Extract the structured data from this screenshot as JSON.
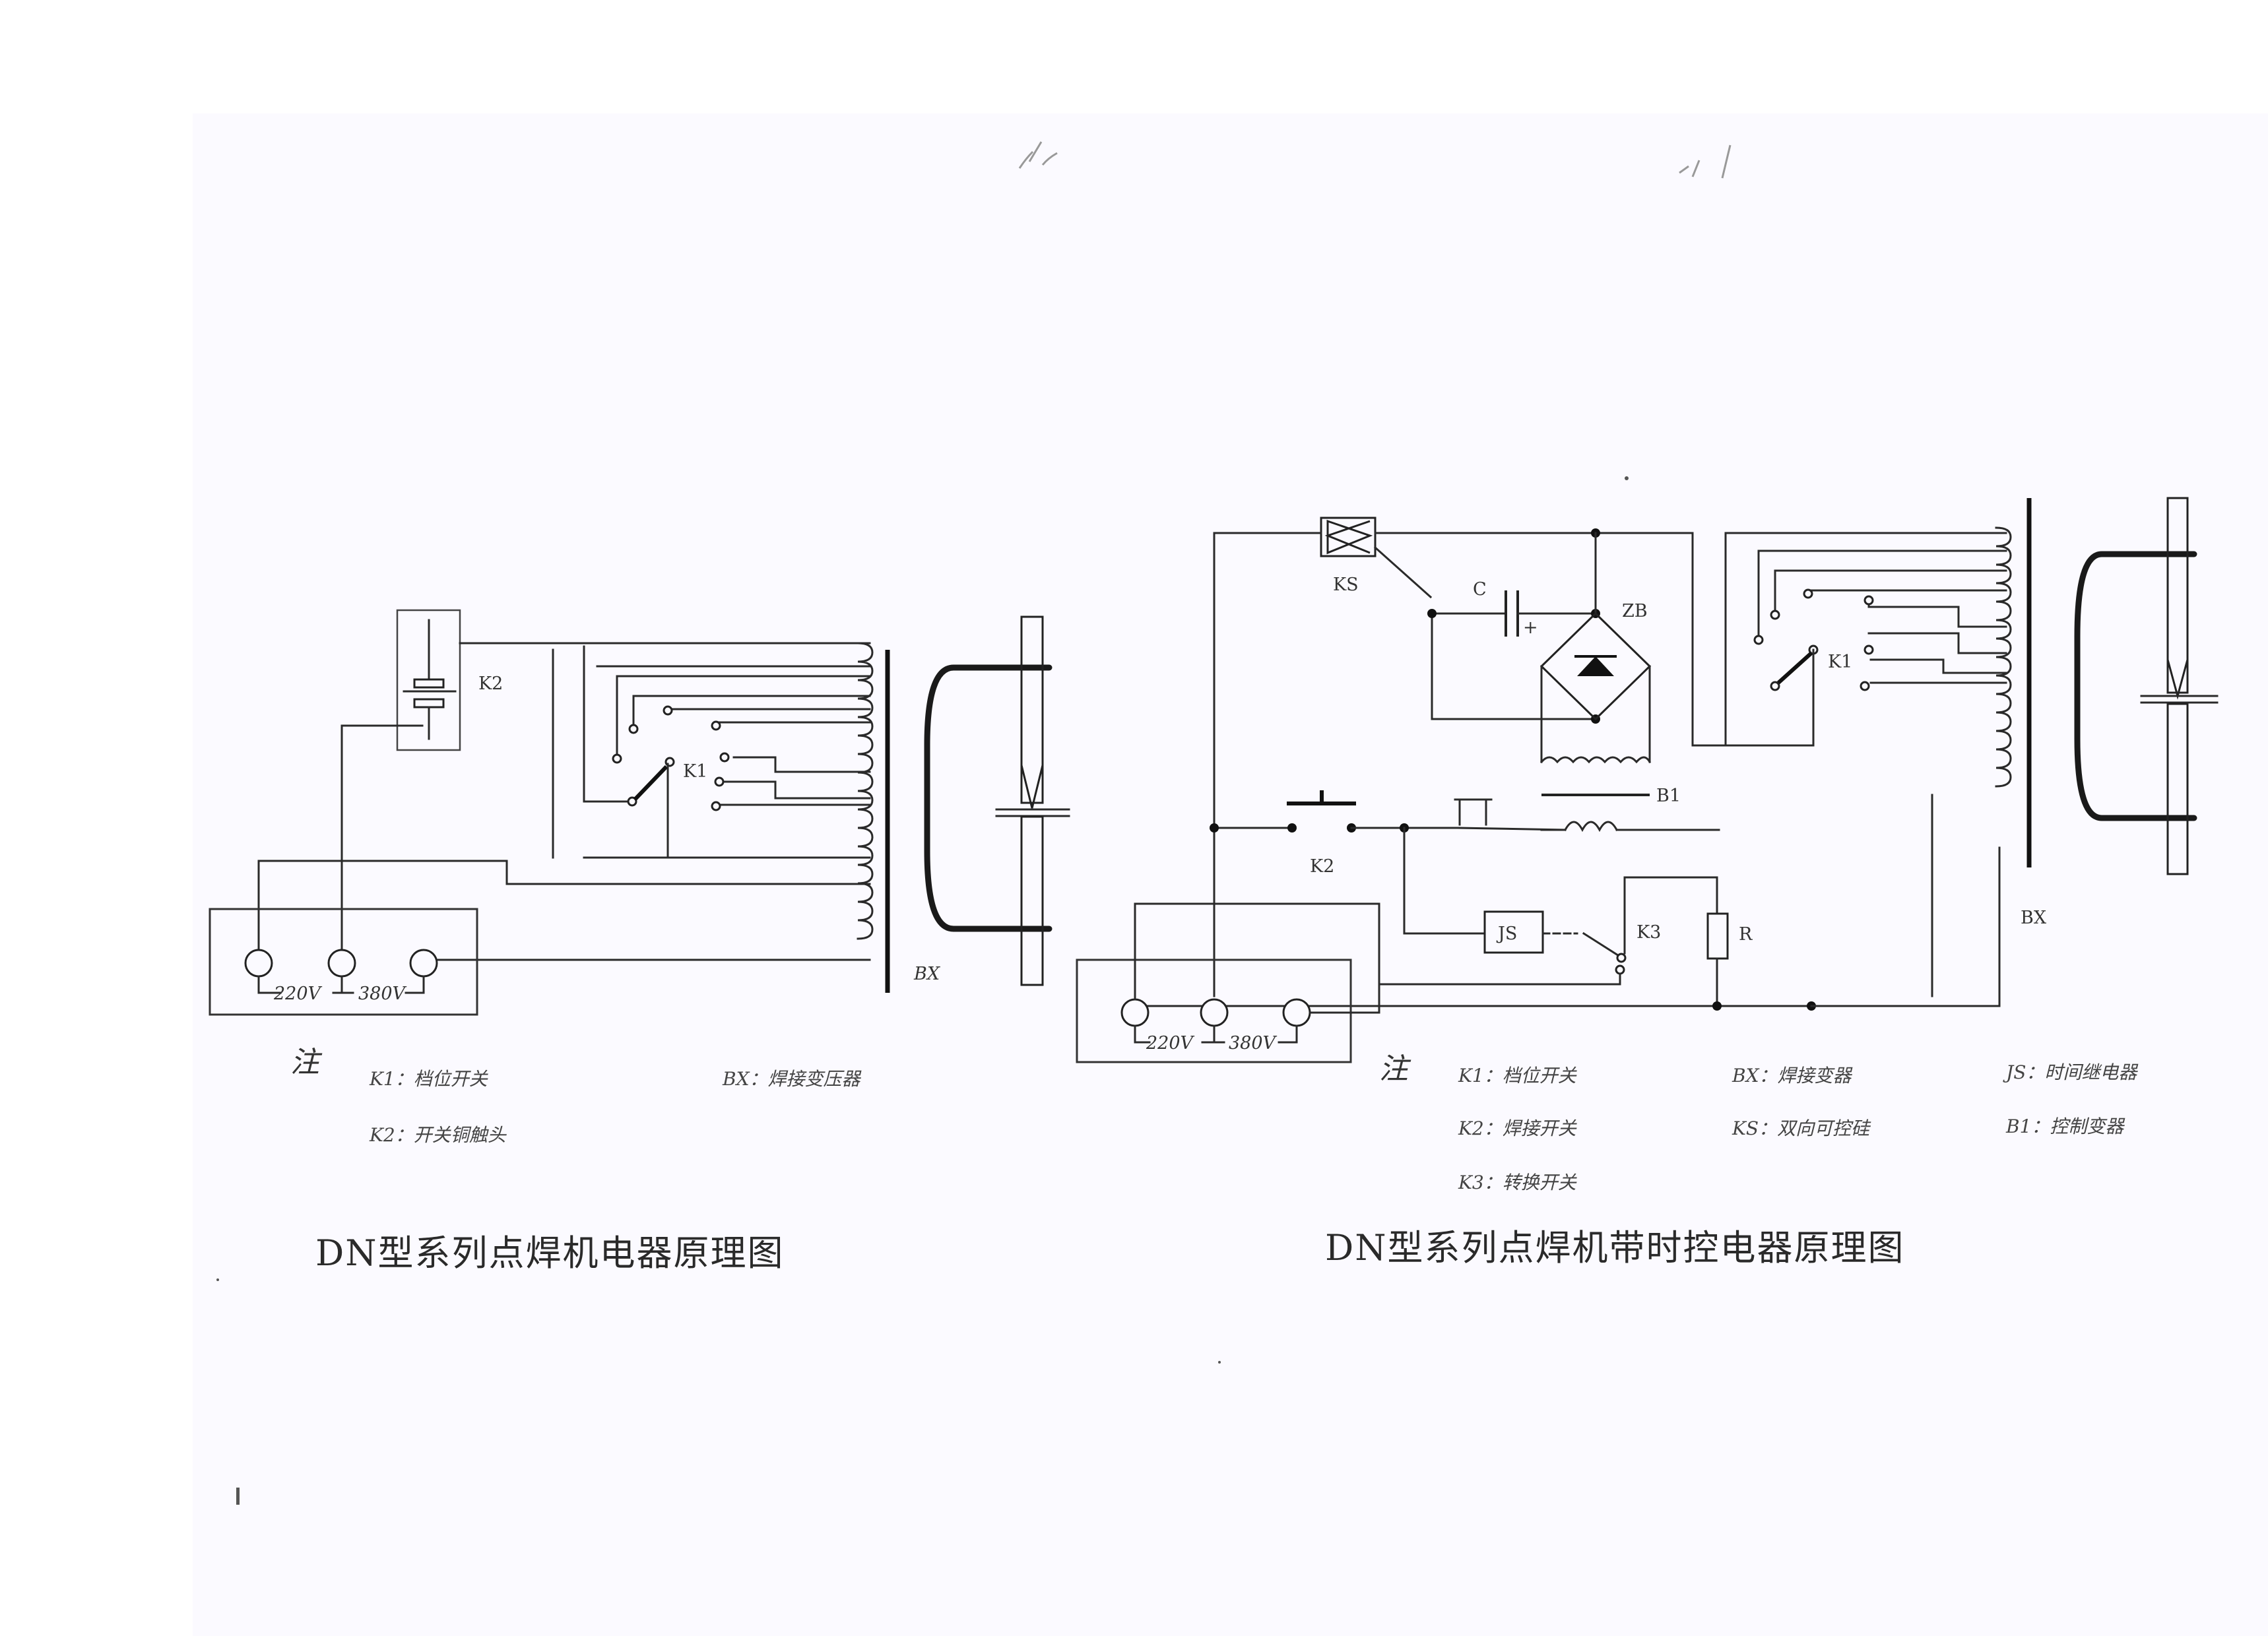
{
  "left_diagram": {
    "title": "DN型系列点焊机电器原理图",
    "labels": {
      "k2": "K2",
      "k1": "K1",
      "bx": "BX",
      "v220": "220V",
      "v380": "380V"
    },
    "notes_marker": "注",
    "notes": [
      "K1：档位开关",
      "K2：开关铜触头",
      "BX：焊接变压器"
    ]
  },
  "right_diagram": {
    "title": "DN型系列点焊机带时控电器原理图",
    "labels": {
      "ks": "KS",
      "c": "C",
      "zb": "ZB",
      "b1": "B1",
      "k1": "K1",
      "k2": "K2",
      "k3": "K3",
      "js": "JS",
      "r": "R",
      "bx": "BX",
      "v220": "220V",
      "v380": "380V",
      "plus": "+"
    },
    "notes_marker": "注",
    "notes": [
      "K1：档位开关",
      "K2：焊接开关",
      "K3：转换开关",
      "BX：焊接变器",
      "KS：双向可控硅",
      "JS：时间继电器",
      "B1：控制变器"
    ]
  },
  "handwriting": [
    "",
    ""
  ]
}
